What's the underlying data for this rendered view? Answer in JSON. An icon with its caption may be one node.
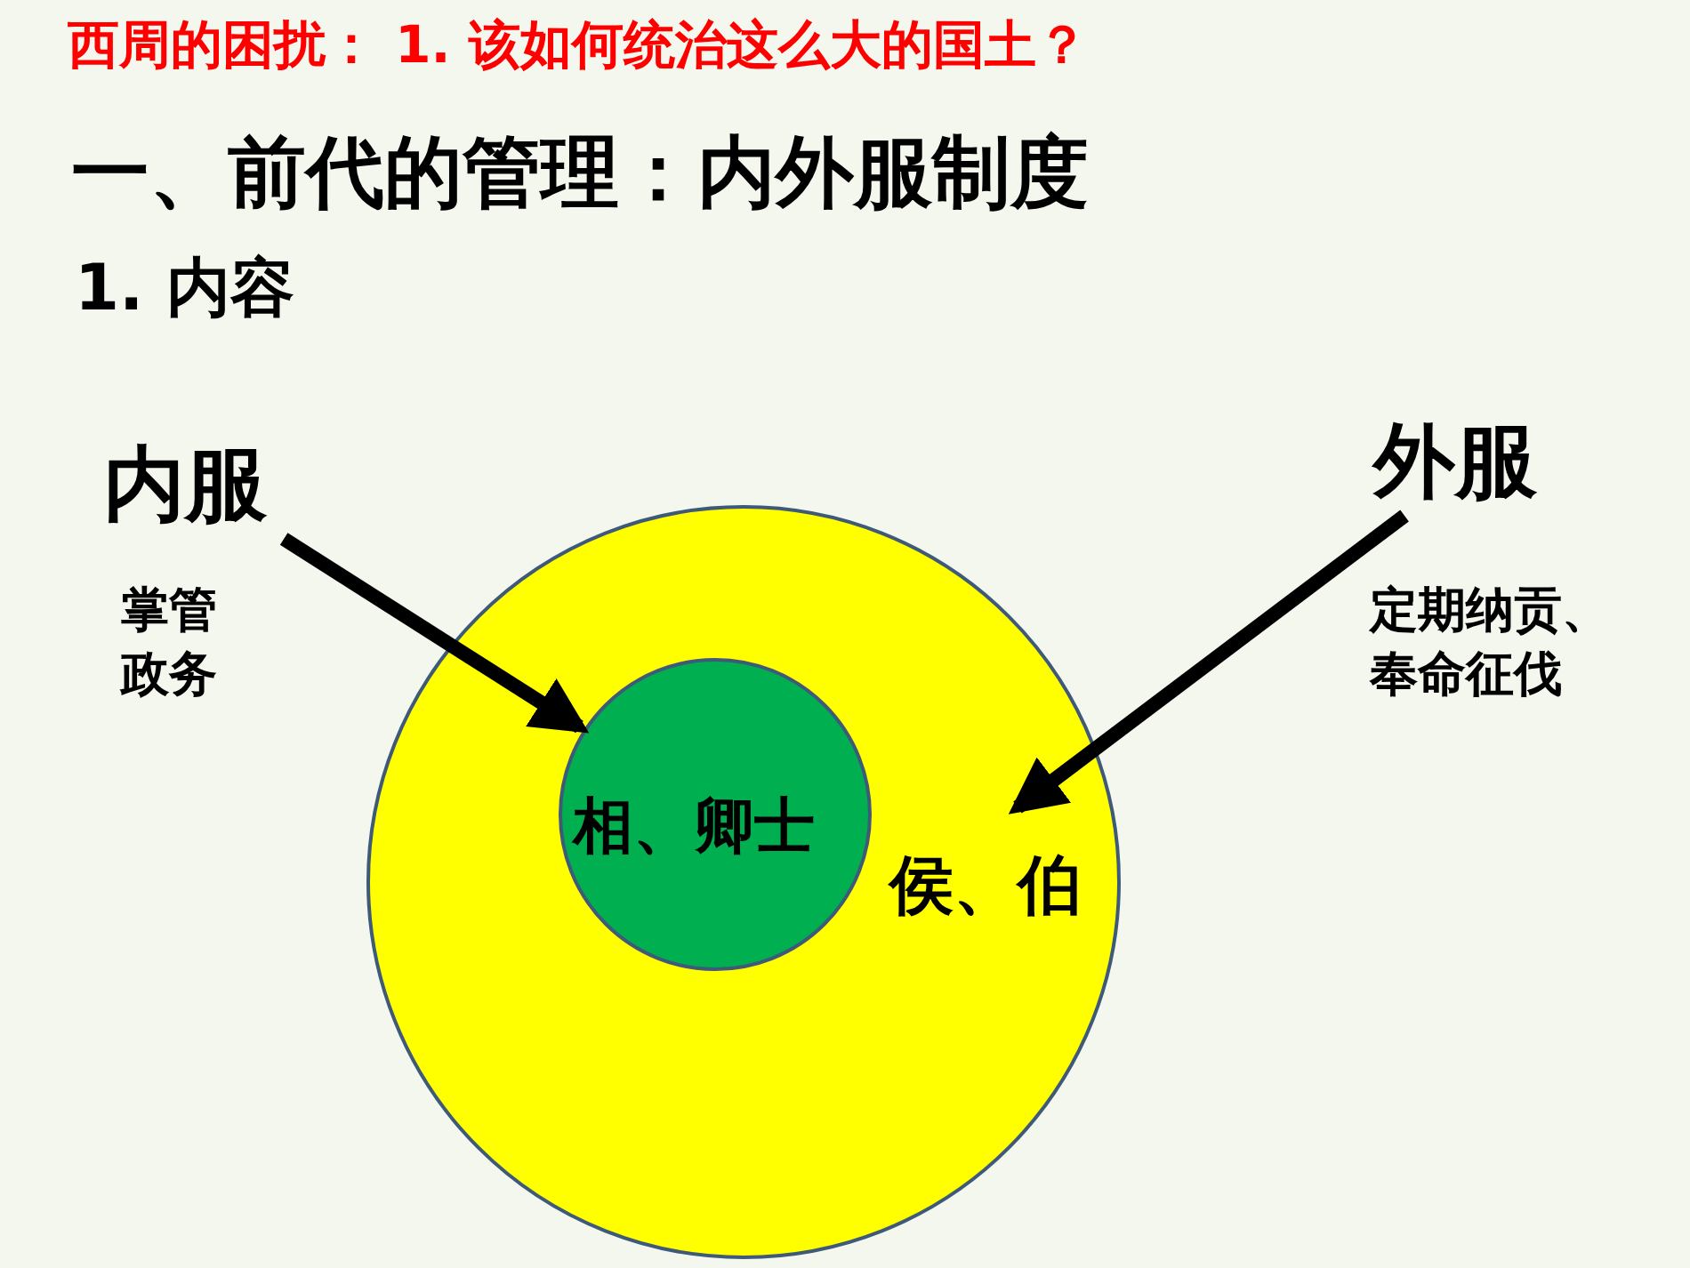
{
  "diagram": {
    "title": "西周的困扰： 1. 该如何统治这么大的国土？",
    "nodes": [
      {
        "text": [
          "内服"
        ],
        "beside": [
          "掌管政务"
        ]
      },
      {
        "text": [
          "外服"
        ],
        "beside": [
          "定期纳贡、奉命征伐"
        ]
      },
      {
        "text": [
          "侯、伯"
        ]
      },
      {
        "text": [
          "相、卿士"
        ],
        "in": 2
      }
    ],
    "edges": [
      {
        "from": 0,
        "to": 3,
        "arrow": "to"
      },
      {
        "from": 1,
        "to": 2,
        "arrow": "to"
      }
    ],
    "labels": [
      "一、前代的管理：内外服制度",
      "1. 内容"
    ]
  }
}
